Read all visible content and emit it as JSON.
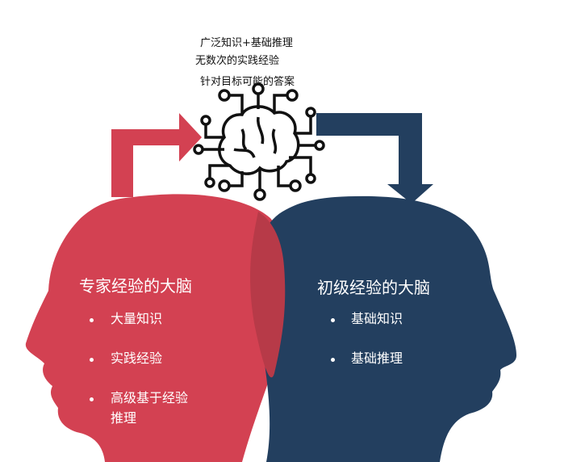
{
  "colors": {
    "expert": "#d34152",
    "junior": "#233f5f",
    "overlap": "#b73a48",
    "brain_icon": "#111111"
  },
  "captions": [
    "广泛知识+基础推理",
    "无数次的实践经验",
    "针对目标可能的答案"
  ],
  "icons": {
    "center": "brain-circuit-icon",
    "left_arrow": "arrow-up-right-icon",
    "right_arrow": "arrow-right-down-icon"
  },
  "expert": {
    "title": "专家经验的大脑",
    "items": [
      "大量知识",
      "实践经验",
      "高级基于经验",
      "推理"
    ]
  },
  "junior": {
    "title": "初级经验的大脑",
    "items": [
      "基础知识",
      "基础推理"
    ]
  }
}
